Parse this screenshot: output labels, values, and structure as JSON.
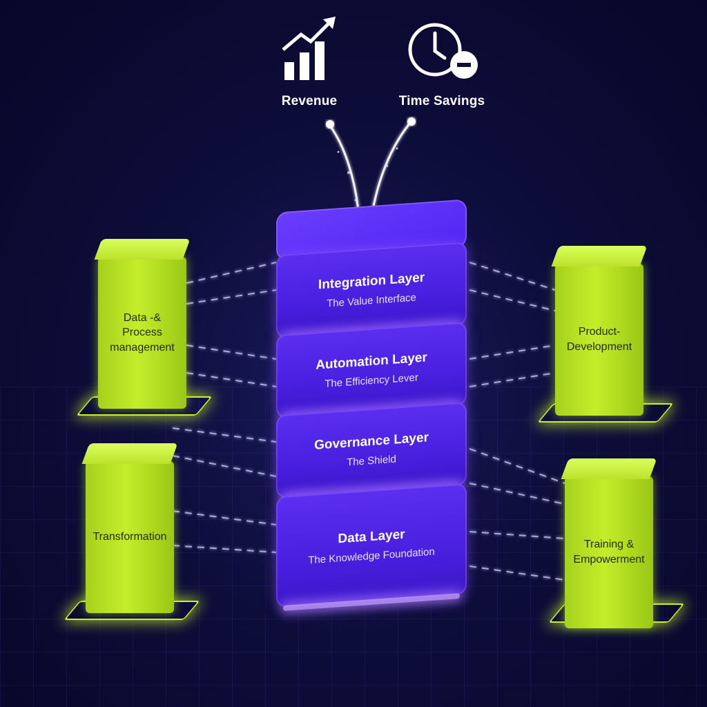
{
  "metrics": {
    "revenue": {
      "label": "Revenue",
      "icon": "bar-chart-arrow-icon"
    },
    "time": {
      "label": "Time Savings",
      "icon": "clock-minus-icon"
    }
  },
  "layers": [
    {
      "title": "Integration Layer",
      "subtitle": "The Value Interface"
    },
    {
      "title": "Automation Layer",
      "subtitle": "The Efficiency Lever"
    },
    {
      "title": "Governance Layer",
      "subtitle": "The Shield"
    },
    {
      "title": "Data Layer",
      "subtitle": "The Knowledge Foundation"
    }
  ],
  "pillars": {
    "data_process": {
      "line1": "Data -&",
      "line2": "Process",
      "line3": "management"
    },
    "product": {
      "line1": "Product-",
      "line2": "Development"
    },
    "transformation": {
      "line1": "Transformation"
    },
    "training": {
      "line1": "Training &",
      "line2": "Empowerment"
    }
  },
  "colors": {
    "background": "#0d0d3a",
    "layer": "#4a1fe0",
    "pillar": "#b4e024",
    "glow": "#c8f22a"
  }
}
